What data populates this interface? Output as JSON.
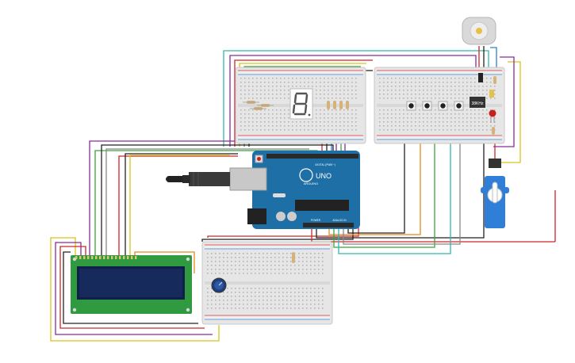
{
  "colors": {
    "breadboard": "#e6e6e6",
    "breadboard_edge": "#c8c8c8",
    "arduino": "#1d6fa5",
    "lcd_board": "#2f9a3f",
    "lcd_screen": "#172a5c",
    "wire_red": "#d0262b",
    "wire_black": "#222222",
    "wire_purple": "#8a2b9a",
    "wire_green": "#3aa53a",
    "wire_yellow": "#d9c21a",
    "wire_orange": "#e08a1e",
    "wire_teal": "#2fb7b0",
    "wire_blue": "#2d7fd0",
    "wire_gray": "#888888",
    "servo": "#2f7fd8",
    "motor": "#d9d9d9"
  },
  "arduino": {
    "brand_text": "UNO",
    "model_text": "ARDUINO",
    "digital_label": "DIGITAL (PWM ~)",
    "power_label": "POWER",
    "analog_label": "ANALOG IN"
  },
  "sensor": {
    "label": "38KHz"
  }
}
